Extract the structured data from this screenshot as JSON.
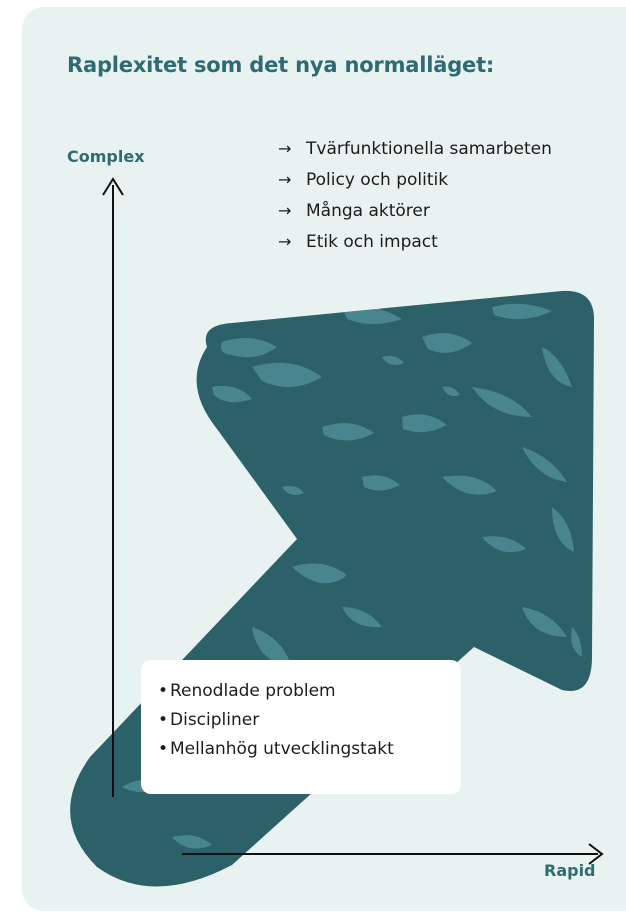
{
  "title": "Raplexitet som det nya normalläget:",
  "axes": {
    "y_label": "Complex",
    "x_label": "Rapid"
  },
  "complex_items": [
    {
      "marker": "→",
      "text": "Tvärfunktionella samarbeten"
    },
    {
      "marker": "→",
      "text": "Policy och politik"
    },
    {
      "marker": "→",
      "text": "Många aktörer"
    },
    {
      "marker": "→",
      "text": "Etik och impact"
    }
  ],
  "basic_items": [
    {
      "marker": "•",
      "text": "Renodlade problem"
    },
    {
      "marker": "•",
      "text": "Discipliner"
    },
    {
      "marker": "•",
      "text": "Mellanhög utvecklingstakt"
    }
  ],
  "colors": {
    "background": "#e8f2f1",
    "accent": "#2f6b72",
    "arrow_fill": "#2d6169",
    "arrow_texture": "#4f8c96",
    "text": "#1c1c1c"
  }
}
